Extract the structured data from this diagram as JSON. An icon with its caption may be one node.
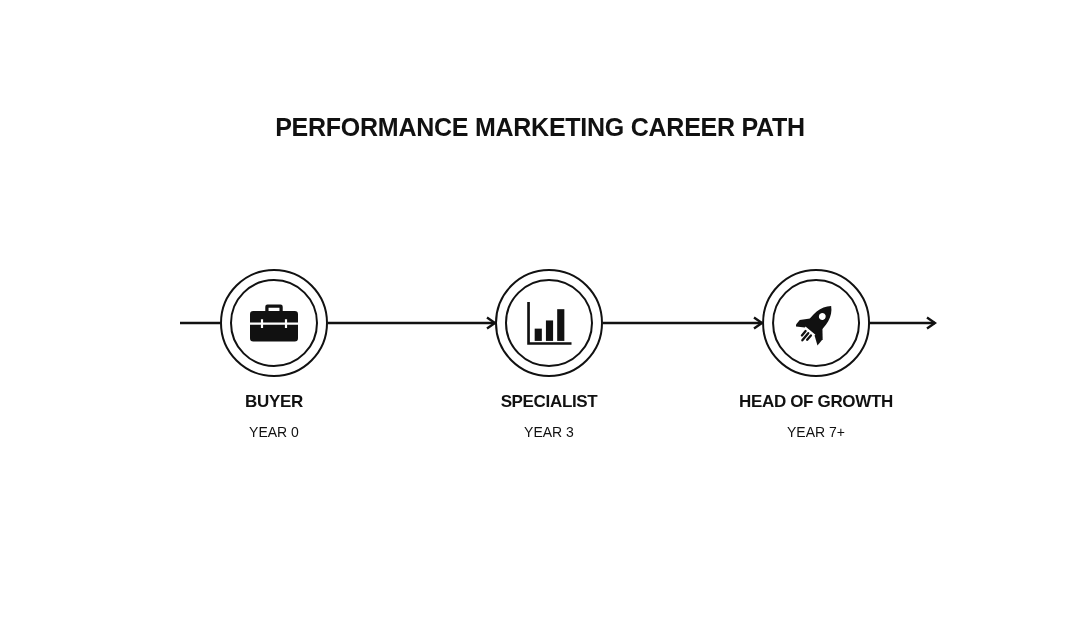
{
  "diagram": {
    "title": "PERFORMANCE MARKETING CAREER PATH",
    "nodes": [
      {
        "text": [
          "BUYER"
        ],
        "beside": [
          "YEAR 0"
        ]
      },
      {
        "text": [
          "SPECIALIST"
        ],
        "beside": [
          "YEAR 3"
        ]
      },
      {
        "text": [
          "HEAD OF GROWTH"
        ],
        "beside": [
          "YEAR 7+"
        ]
      }
    ],
    "edges": [
      {
        "from": null,
        "to": 0,
        "arrow": "none"
      },
      {
        "from": 0,
        "to": 1,
        "arrow": "to"
      },
      {
        "from": 1,
        "to": 2,
        "arrow": "to"
      },
      {
        "from": 2,
        "to": null,
        "arrow": "to"
      }
    ]
  }
}
